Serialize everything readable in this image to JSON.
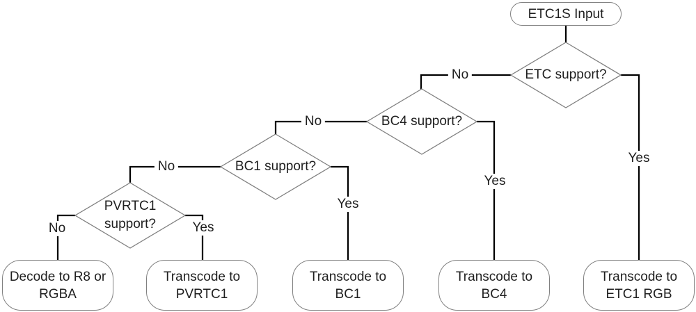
{
  "start": {
    "label": "ETC1S Input"
  },
  "decisions": [
    {
      "id": "etc",
      "label": "ETC support?"
    },
    {
      "id": "bc4",
      "label": "BC4 support?"
    },
    {
      "id": "bc1",
      "label": "BC1 support?"
    },
    {
      "id": "pvrtc1",
      "label": "PVRTC1\nsupport?"
    }
  ],
  "terminals": [
    {
      "id": "decode-r8-rgba",
      "label": "Decode to R8 or\nRGBA"
    },
    {
      "id": "transcode-pvrtc1",
      "label": "Transcode to\nPVRTC1"
    },
    {
      "id": "transcode-bc1",
      "label": "Transcode to\nBC1"
    },
    {
      "id": "transcode-bc4",
      "label": "Transcode to\nBC4"
    },
    {
      "id": "transcode-etc1-rgb",
      "label": "Transcode to\nETC1 RGB"
    }
  ],
  "edge_labels": [
    {
      "id": "etc-no",
      "text": "No"
    },
    {
      "id": "etc-yes",
      "text": "Yes"
    },
    {
      "id": "bc4-no",
      "text": "No"
    },
    {
      "id": "bc4-yes",
      "text": "Yes"
    },
    {
      "id": "bc1-no",
      "text": "No"
    },
    {
      "id": "bc1-yes",
      "text": "Yes"
    },
    {
      "id": "pvrtc1-no",
      "text": "No"
    },
    {
      "id": "pvrtc1-yes",
      "text": "Yes"
    }
  ],
  "colors": {
    "connector_line": "#000000",
    "shape_border": "#808080",
    "text": "#1f1f1f",
    "background": "#ffffff"
  }
}
